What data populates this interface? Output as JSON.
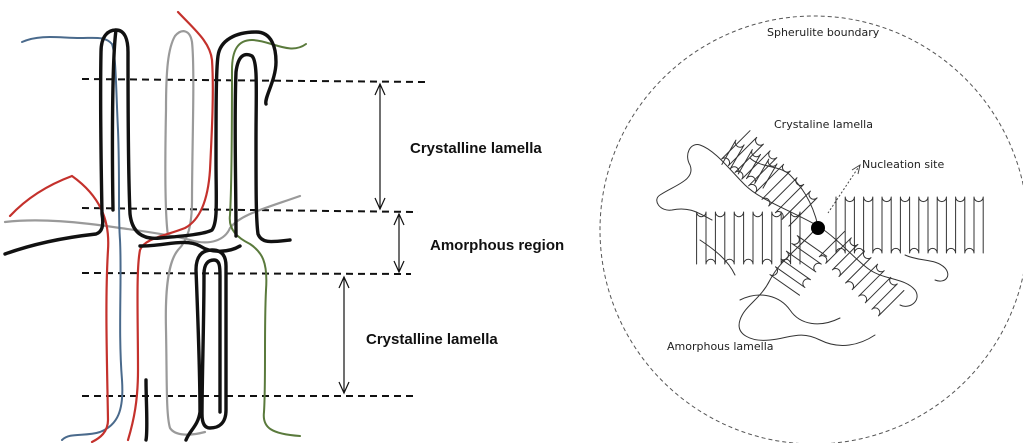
{
  "left_panel": {
    "labels": {
      "crystalline_top": "Crystalline lamella",
      "amorphous": "Amorphous region",
      "crystalline_bottom": "Crystalline lamella"
    },
    "chain_colors": {
      "black": "#111111",
      "red": "#c4312c",
      "gray": "#9a9a9a",
      "blue": "#4a6a8c",
      "green": "#5a7a3c"
    }
  },
  "right_panel": {
    "labels": {
      "boundary": "Spherulite boundary",
      "crystalline": "Crystaline lamella",
      "nucleation": "Nucleation site",
      "amorphous": "Amorphous lamella"
    }
  }
}
